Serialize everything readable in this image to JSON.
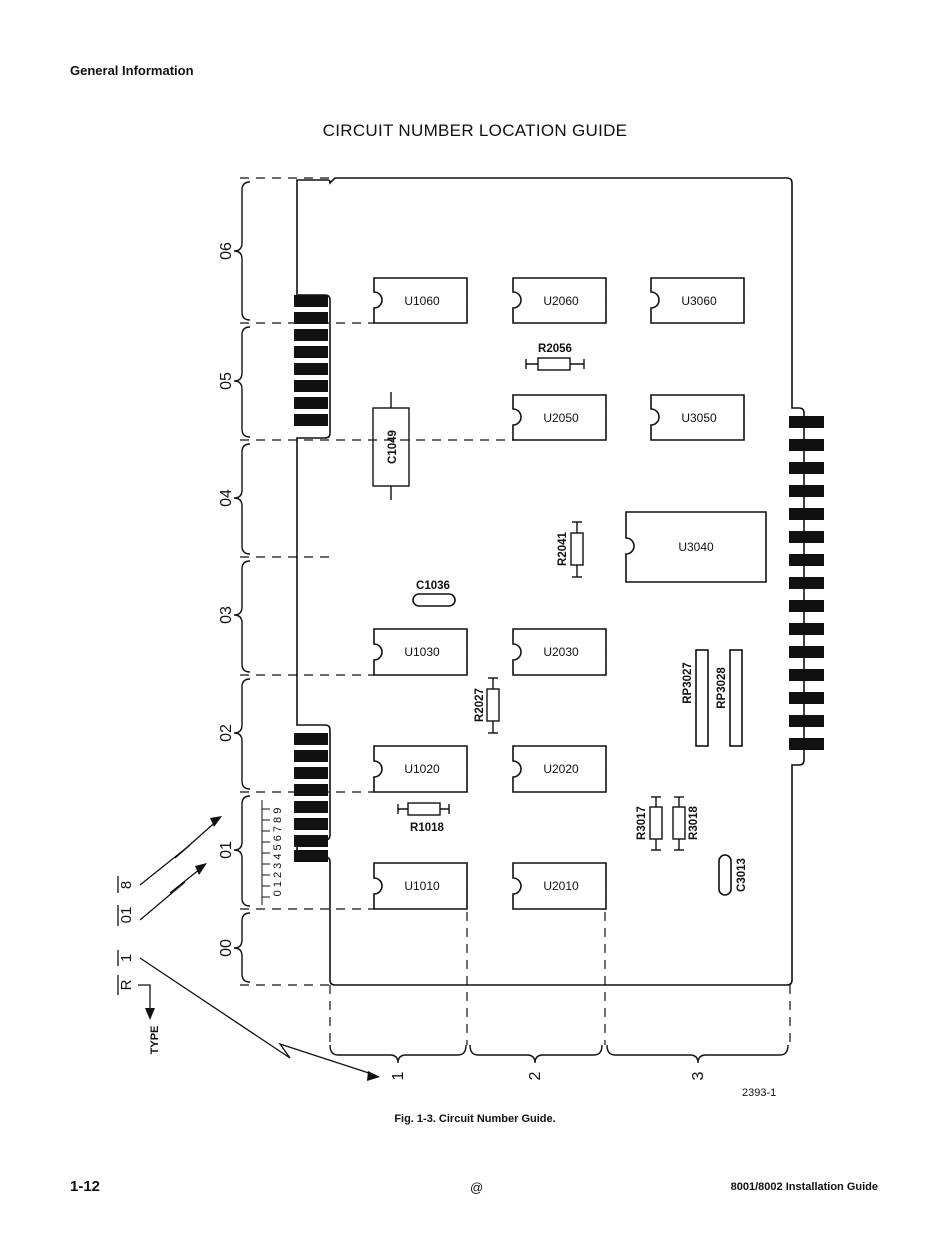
{
  "header": {
    "section": "General Information",
    "title": "CIRCUIT NUMBER LOCATION GUIDE"
  },
  "diagram": {
    "rows": [
      "06",
      "05",
      "04",
      "03",
      "02",
      "01",
      "00"
    ],
    "columns": [
      "1",
      "2",
      "3"
    ],
    "sub_ticks": "0 1 2 3 4 5 6 7 8 9",
    "ics": [
      {
        "id": "U1060"
      },
      {
        "id": "U2060"
      },
      {
        "id": "U3060"
      },
      {
        "id": "U2050"
      },
      {
        "id": "U3050"
      },
      {
        "id": "U3040"
      },
      {
        "id": "U1030"
      },
      {
        "id": "U2030"
      },
      {
        "id": "U1020"
      },
      {
        "id": "U2020"
      },
      {
        "id": "U1010"
      },
      {
        "id": "U2010"
      }
    ],
    "resistors": [
      {
        "id": "R2056"
      },
      {
        "id": "R2041"
      },
      {
        "id": "R2027"
      },
      {
        "id": "R1018"
      },
      {
        "id": "R3017"
      },
      {
        "id": "R3018"
      }
    ],
    "capacitors": [
      {
        "id": "C1049"
      },
      {
        "id": "C1036"
      },
      {
        "id": "C3013"
      }
    ],
    "resistor_packs": [
      {
        "id": "RP3027"
      },
      {
        "id": "RP3028"
      }
    ],
    "example": {
      "type_letter": "R",
      "column_digit": "1",
      "row_digits": "01",
      "sub_digit": "8",
      "type_label": "TYPE"
    },
    "drawing_number": "2393-1"
  },
  "caption": "Fig. 1-3. Circuit Number Guide.",
  "footer": {
    "page": "1-12",
    "mark": "@",
    "guide": "8001/8002 Installation Guide"
  }
}
